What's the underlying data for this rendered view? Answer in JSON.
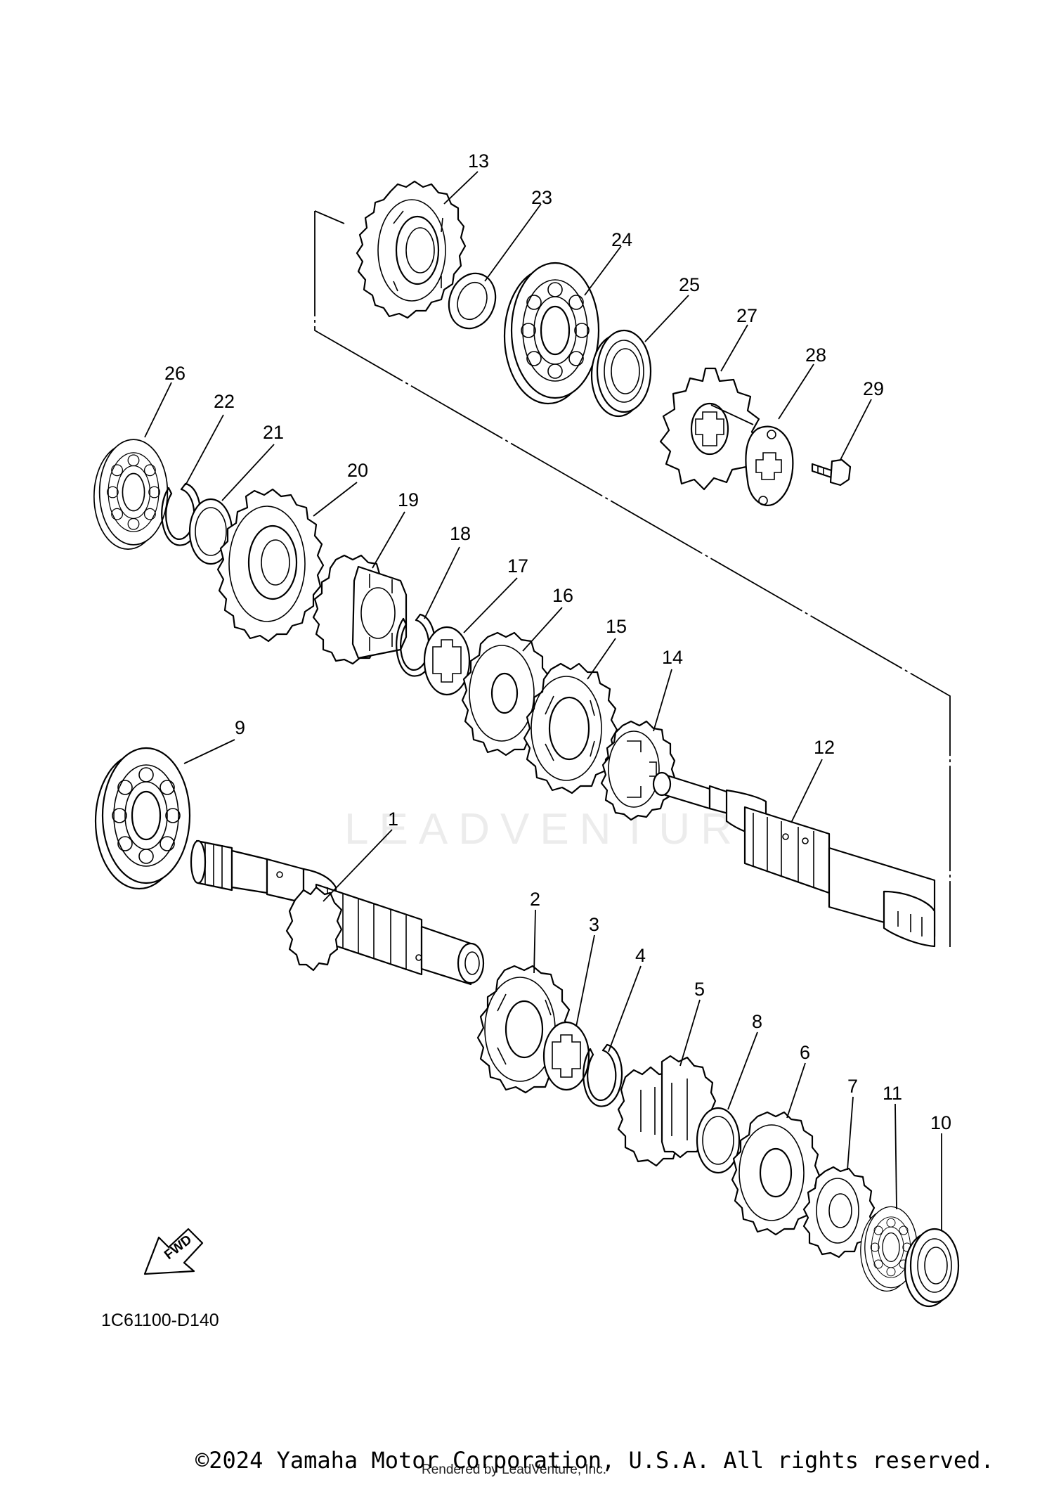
{
  "diagram": {
    "type": "exploded parts diagram",
    "parts": [
      {
        "id": "p1",
        "number": "1"
      },
      {
        "id": "p2",
        "number": "2"
      },
      {
        "id": "p3",
        "number": "3"
      },
      {
        "id": "p4",
        "number": "4"
      },
      {
        "id": "p5",
        "number": "5"
      },
      {
        "id": "p6",
        "number": "6"
      },
      {
        "id": "p7",
        "number": "7"
      },
      {
        "id": "p8",
        "number": "8"
      },
      {
        "id": "p9",
        "number": "9"
      },
      {
        "id": "p10",
        "number": "10"
      },
      {
        "id": "p11",
        "number": "11"
      },
      {
        "id": "p12",
        "number": "12"
      },
      {
        "id": "p13",
        "number": "13"
      },
      {
        "id": "p14",
        "number": "14"
      },
      {
        "id": "p15",
        "number": "15"
      },
      {
        "id": "p16",
        "number": "16"
      },
      {
        "id": "p17",
        "number": "17"
      },
      {
        "id": "p18",
        "number": "18"
      },
      {
        "id": "p19",
        "number": "19"
      },
      {
        "id": "p20",
        "number": "20"
      },
      {
        "id": "p21",
        "number": "21"
      },
      {
        "id": "p22",
        "number": "22"
      },
      {
        "id": "p23",
        "number": "23"
      },
      {
        "id": "p24",
        "number": "24"
      },
      {
        "id": "p25",
        "number": "25"
      },
      {
        "id": "p26",
        "number": "26"
      },
      {
        "id": "p27",
        "number": "27"
      },
      {
        "id": "p28",
        "number": "28"
      },
      {
        "id": "p29",
        "number": "29"
      }
    ],
    "fwd_label": "FWD",
    "diagram_code": "1C61100-D140",
    "watermark": "LEADVENTURE",
    "copyright": "©2024 Yamaha Motor Corporation, U.S.A. All rights reserved.",
    "rendered_by": "Rendered by LeadVenture, Inc."
  }
}
